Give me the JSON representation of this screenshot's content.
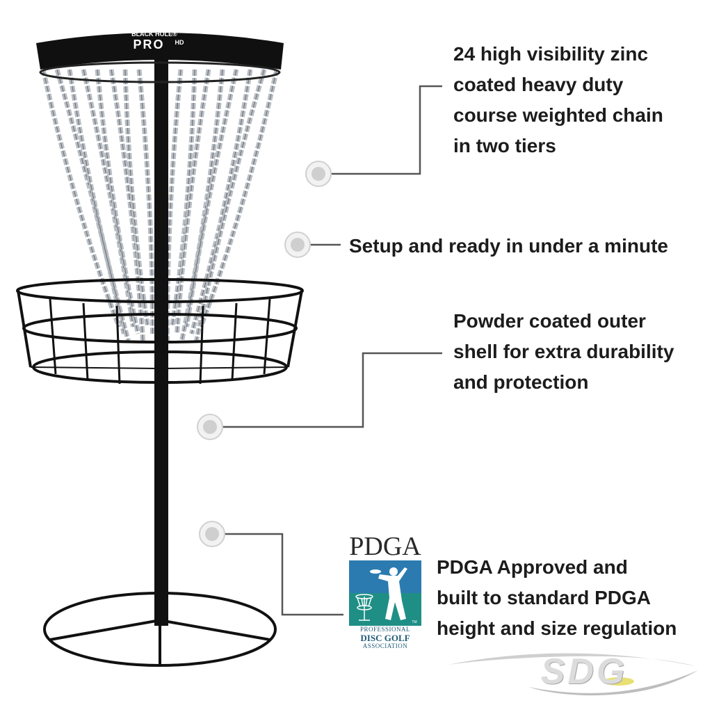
{
  "product": {
    "brand_small": "BLACK HOLE®",
    "model": "PRO",
    "model_suffix": "HD"
  },
  "features": [
    {
      "lines": [
        "24 high visibility zinc",
        "coated heavy duty",
        "course weighted chain",
        "in two tiers"
      ]
    },
    {
      "lines": [
        "Setup and ready in under a minute"
      ]
    },
    {
      "lines": [
        "Powder coated outer",
        "shell for extra durability",
        "and protection"
      ]
    },
    {
      "lines": [
        "PDGA Approved and",
        "built to standard PDGA",
        "height and size regulation"
      ]
    }
  ],
  "pdga_logo": {
    "wordmark": "PDGA",
    "line1": "PROFESSIONAL",
    "line2": "DISC GOLF",
    "line3": "ASSOCIATION",
    "tm": "TM",
    "colors": {
      "top": "#2b7bb0",
      "bottom": "#1f8f86",
      "text": "#1f5a78"
    }
  },
  "store_logo": {
    "text": "SDG"
  },
  "colors": {
    "frame": "#0d0d0d",
    "chain": "#b9bec4",
    "callout_line": "#555555",
    "marker": "#d8d8d8"
  }
}
